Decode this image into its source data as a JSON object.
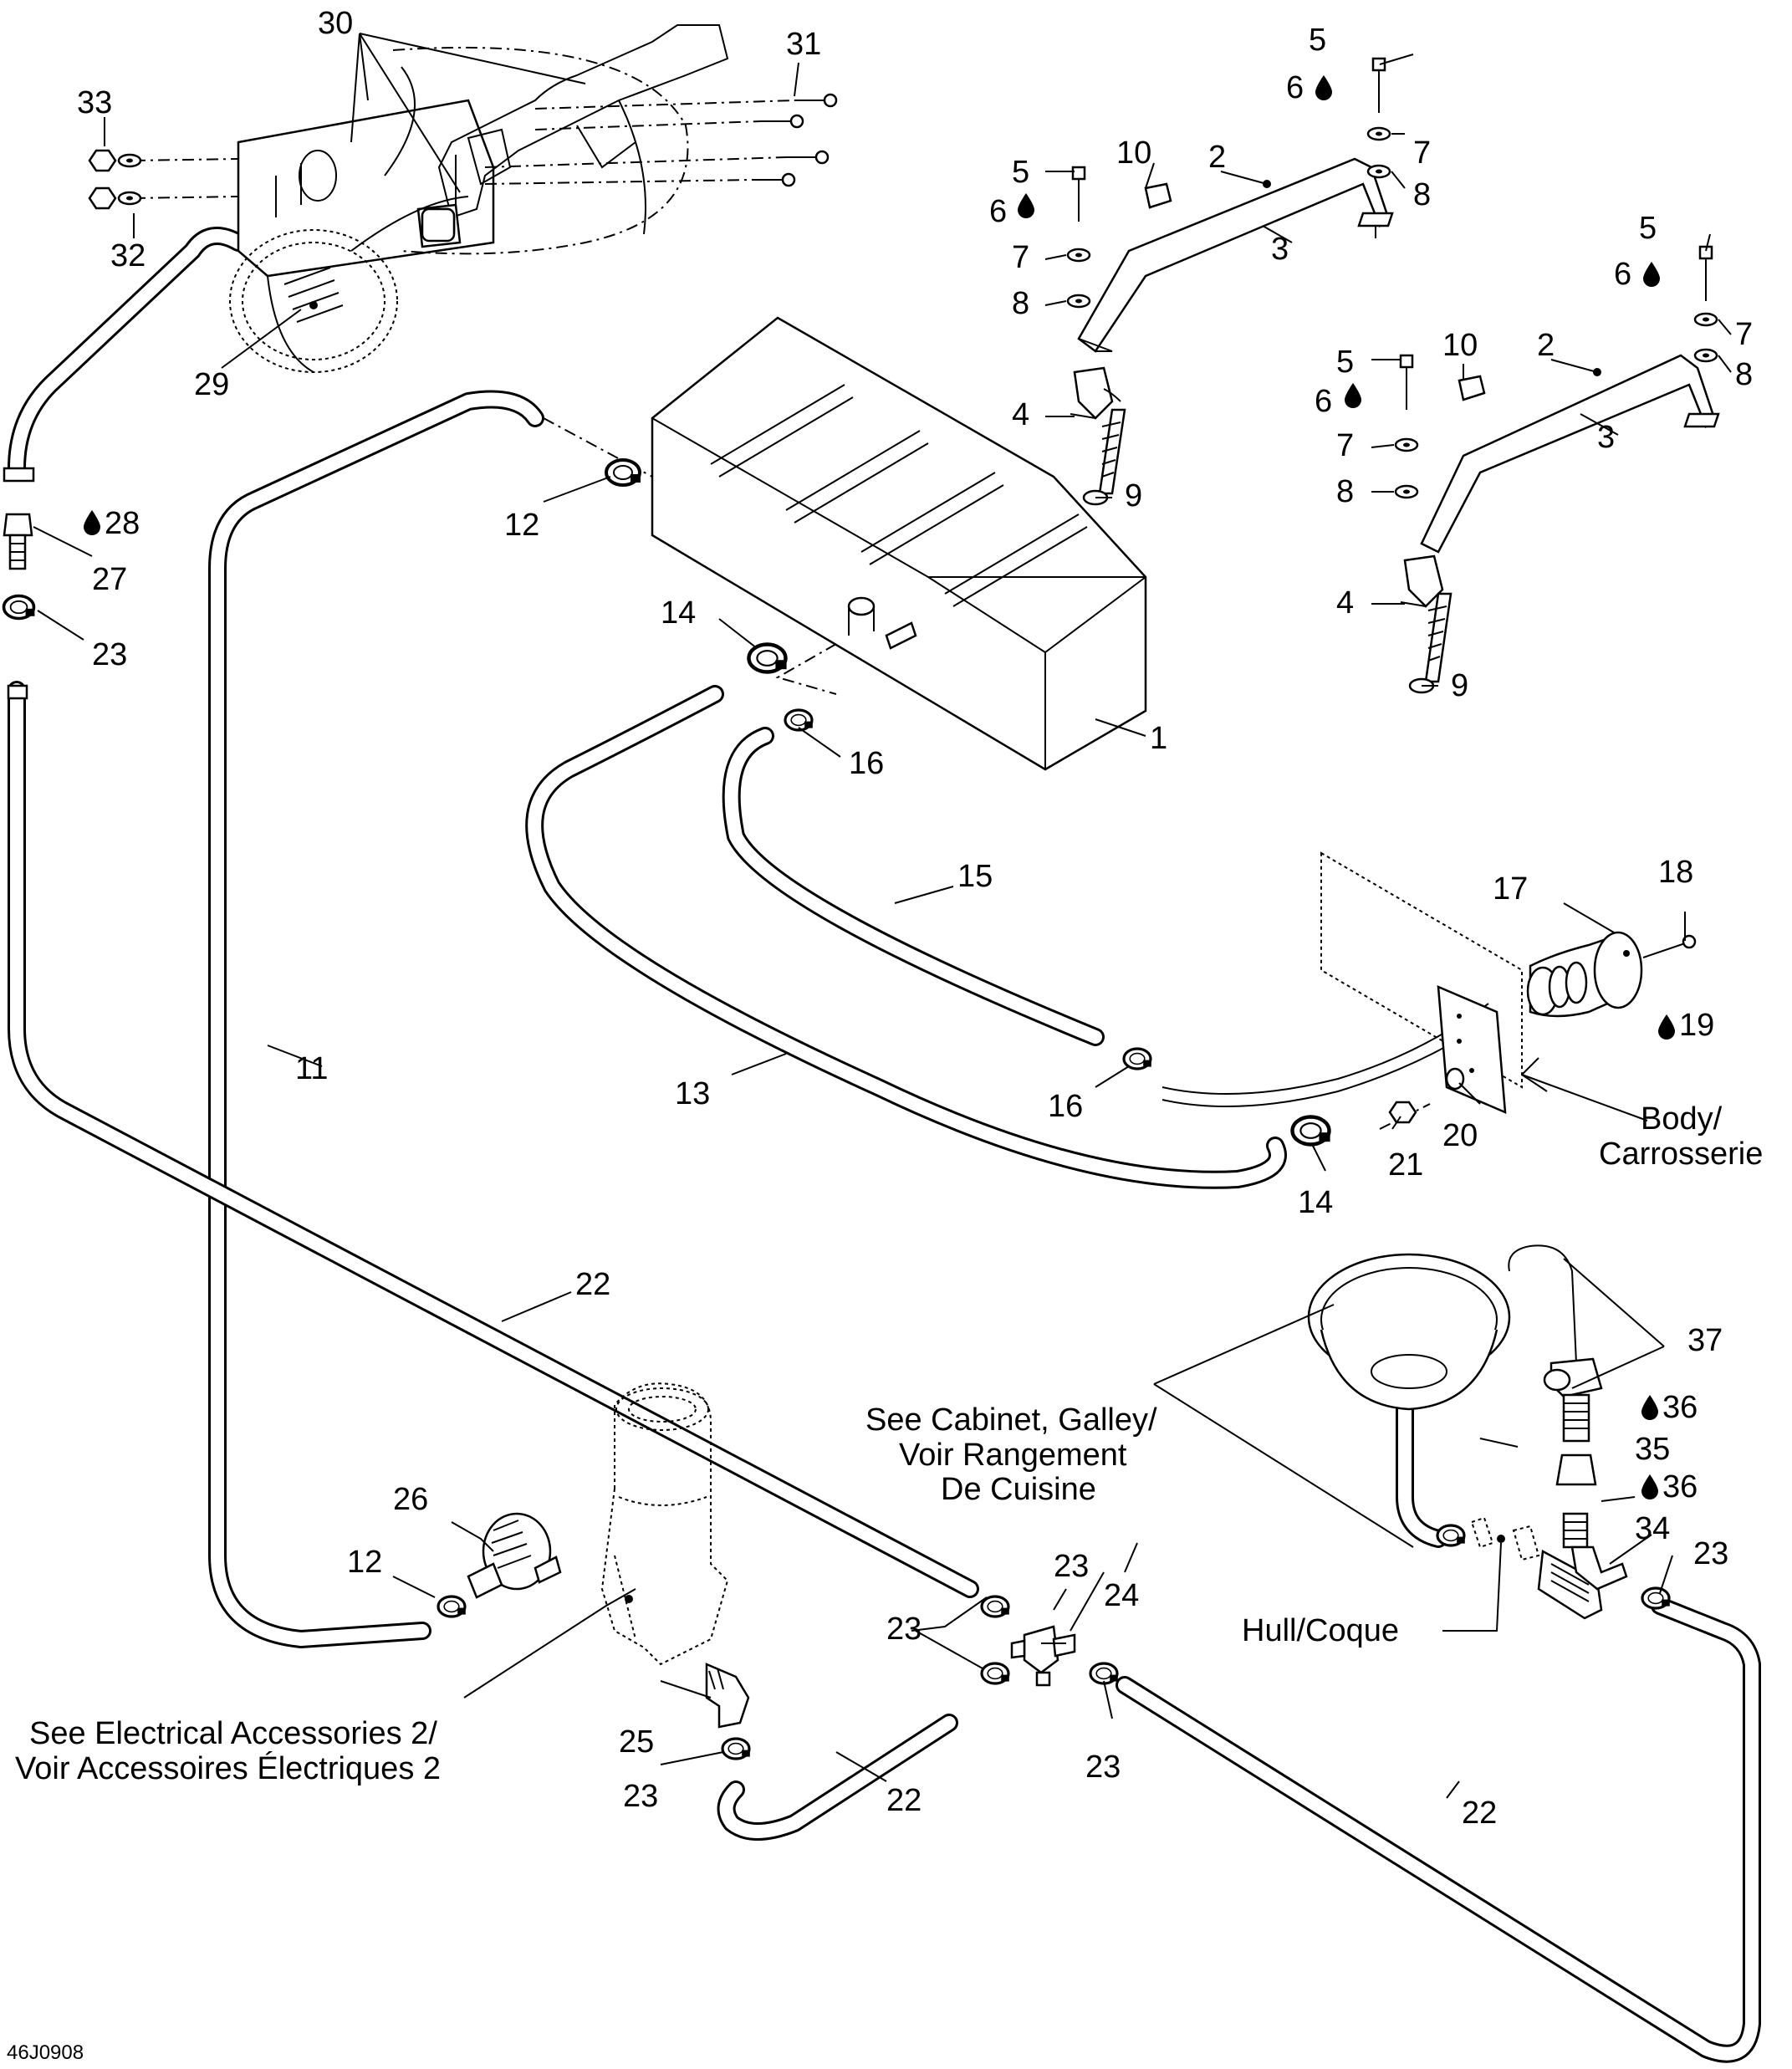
{
  "diagram": {
    "drawing_code": "46J0908",
    "part_numbers": [
      "1",
      "2",
      "3",
      "4",
      "5",
      "6",
      "7",
      "8",
      "9",
      "10",
      "11",
      "12",
      "13",
      "14",
      "15",
      "16",
      "17",
      "18",
      "19",
      "20",
      "21",
      "22",
      "23",
      "24",
      "25",
      "26",
      "27",
      "28",
      "29",
      "30",
      "31",
      "32",
      "33",
      "34",
      "35",
      "36",
      "37"
    ],
    "labels": {
      "p1": "1",
      "p2a": "2",
      "p2b": "2",
      "p3a": "3",
      "p3b": "3",
      "p4a": "4",
      "p4b": "4",
      "p5a": "5",
      "p5b": "5",
      "p5c": "5",
      "p5d": "5",
      "p6a": "6",
      "p6b": "6",
      "p6c": "6",
      "p6d": "6",
      "p7a": "7",
      "p7b": "7",
      "p7c": "7",
      "p7d": "7",
      "p8a": "8",
      "p8b": "8",
      "p8c": "8",
      "p8d": "8",
      "p9a": "9",
      "p9b": "9",
      "p10a": "10",
      "p10b": "10",
      "p11": "11",
      "p12a": "12",
      "p12b": "12",
      "p13": "13",
      "p14a": "14",
      "p14b": "14",
      "p15": "15",
      "p16a": "16",
      "p16b": "16",
      "p17": "17",
      "p18": "18",
      "p19": "19",
      "p20": "20",
      "p21": "21",
      "p22a": "22",
      "p22b": "22",
      "p22c": "22",
      "p23a": "23",
      "p23b": "23",
      "p23c": "23",
      "p23d": "23",
      "p23e": "23",
      "p23f": "23",
      "p24": "24",
      "p25": "25",
      "p26": "26",
      "p27": "27",
      "p28": "28",
      "p29": "29",
      "p30": "30",
      "p31": "31",
      "p32": "32",
      "p33": "33",
      "p34": "34",
      "p35": "35",
      "p36a": "36",
      "p36b": "36",
      "p37": "37"
    },
    "callouts": {
      "body_line1": "Body/",
      "body_line2": "Carrosserie",
      "hull": "Hull/Coque",
      "cabinet_line1": "See Cabinet, Galley/",
      "cabinet_line2": "Voir Rangement",
      "cabinet_line3": "De Cuisine",
      "electrical_line1": "See Electrical Accessories 2/",
      "electrical_line2": "Voir Accessoires Électriques 2"
    },
    "colors": {
      "ink": "#000000",
      "paper": "#ffffff"
    },
    "icons": {
      "sealant": "drop-icon"
    }
  }
}
